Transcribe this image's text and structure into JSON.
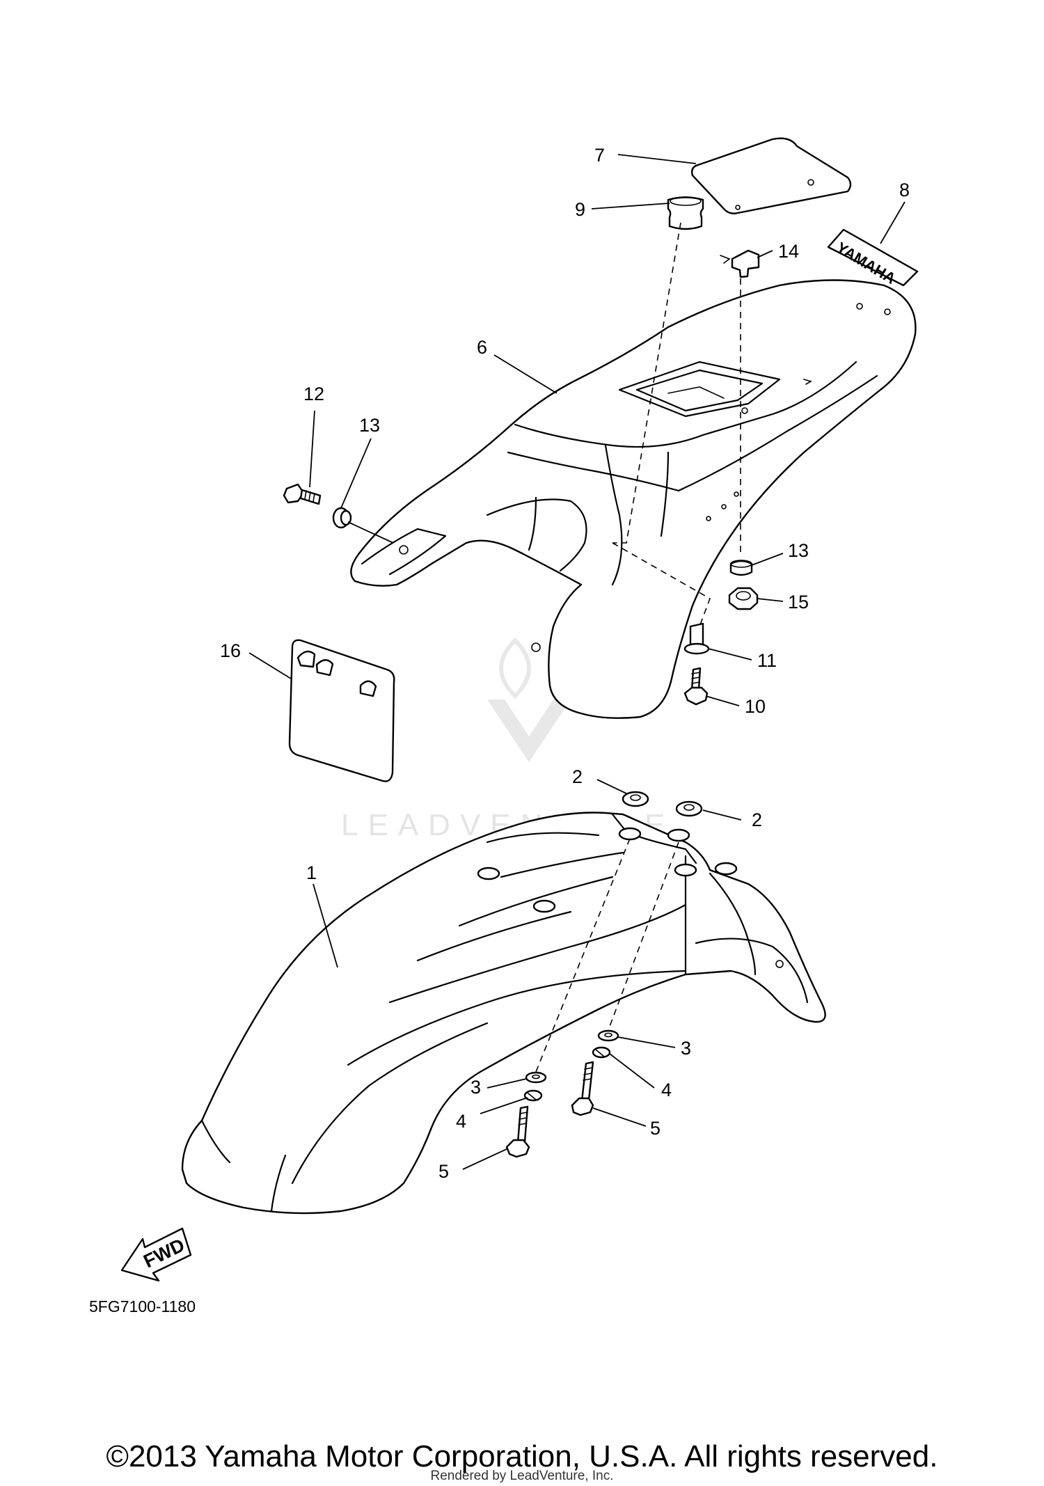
{
  "diagram": {
    "watermark": "LEADVENTURE",
    "fwd_label": "FWD",
    "decal_text": "YAMAHA",
    "diagram_code": "5FG7100-1180",
    "callouts": {
      "p1": "1",
      "p2a": "2",
      "p2b": "2",
      "p3a": "3",
      "p3b": "3",
      "p4a": "4",
      "p4b": "4",
      "p5a": "5",
      "p5b": "5",
      "p6": "6",
      "p7": "7",
      "p8": "8",
      "p9": "9",
      "p10": "10",
      "p11": "11",
      "p12": "12",
      "p13a": "13",
      "p13b": "13",
      "p14": "14",
      "p15": "15",
      "p16": "16"
    }
  },
  "footer": {
    "copyright": "©2013 Yamaha Motor Corporation, U.S.A. All rights reserved.",
    "rendered_by": "Rendered by LeadVenture, Inc."
  }
}
